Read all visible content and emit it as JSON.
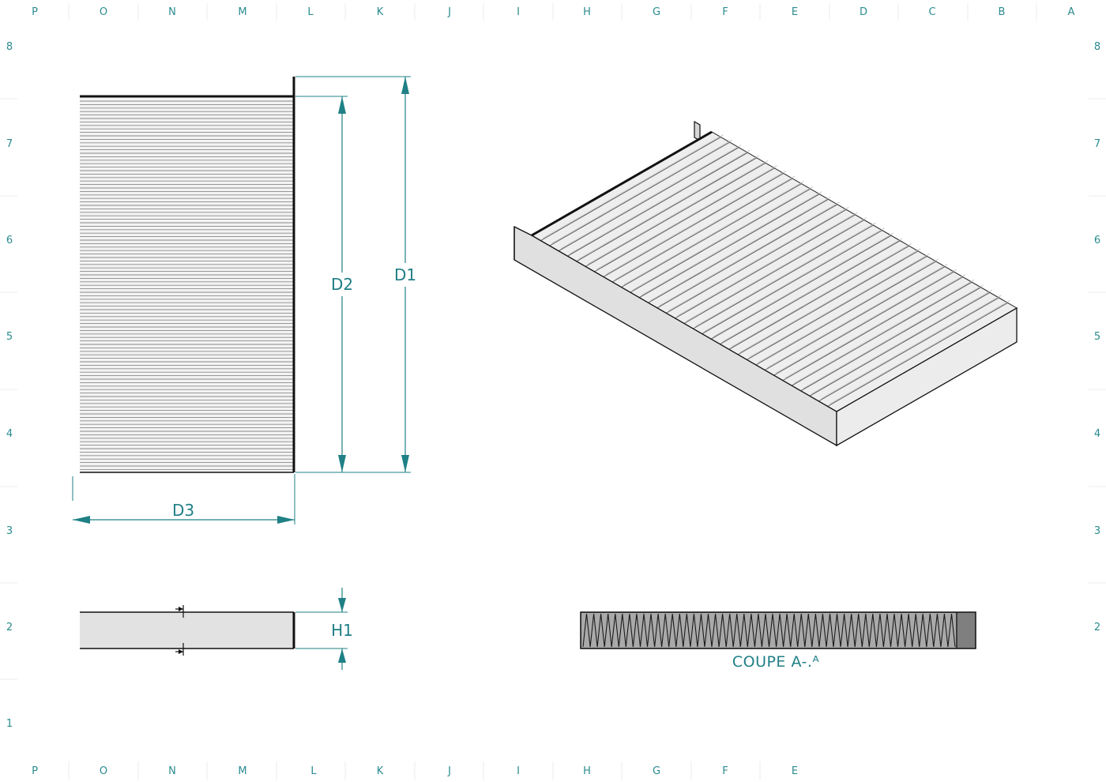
{
  "drawing": {
    "zone_columns_top": [
      "P",
      "O",
      "N",
      "M",
      "L",
      "K",
      "J",
      "I",
      "H",
      "G",
      "F",
      "E",
      "D",
      "C",
      "B",
      "A"
    ],
    "zone_columns_bottom": [
      "P",
      "O",
      "N",
      "M",
      "L",
      "K",
      "J",
      "I",
      "H",
      "G",
      "F",
      "E"
    ],
    "zone_rows": [
      "8",
      "7",
      "6",
      "5",
      "4",
      "3",
      "2",
      "1"
    ],
    "zone_rows_right": [
      "8",
      "7",
      "6",
      "5",
      "4",
      "3",
      "2"
    ]
  },
  "dimensions": {
    "d1": "D1",
    "d2": "D2",
    "d3": "D3",
    "h1": "H1"
  },
  "section_label": "COUPE A-.ᴬ",
  "colors": {
    "dimension": "#1f8085",
    "filter_body": "#e6e6e6",
    "pleat_line": "#8a8a8a",
    "section_fill": "#808080"
  }
}
